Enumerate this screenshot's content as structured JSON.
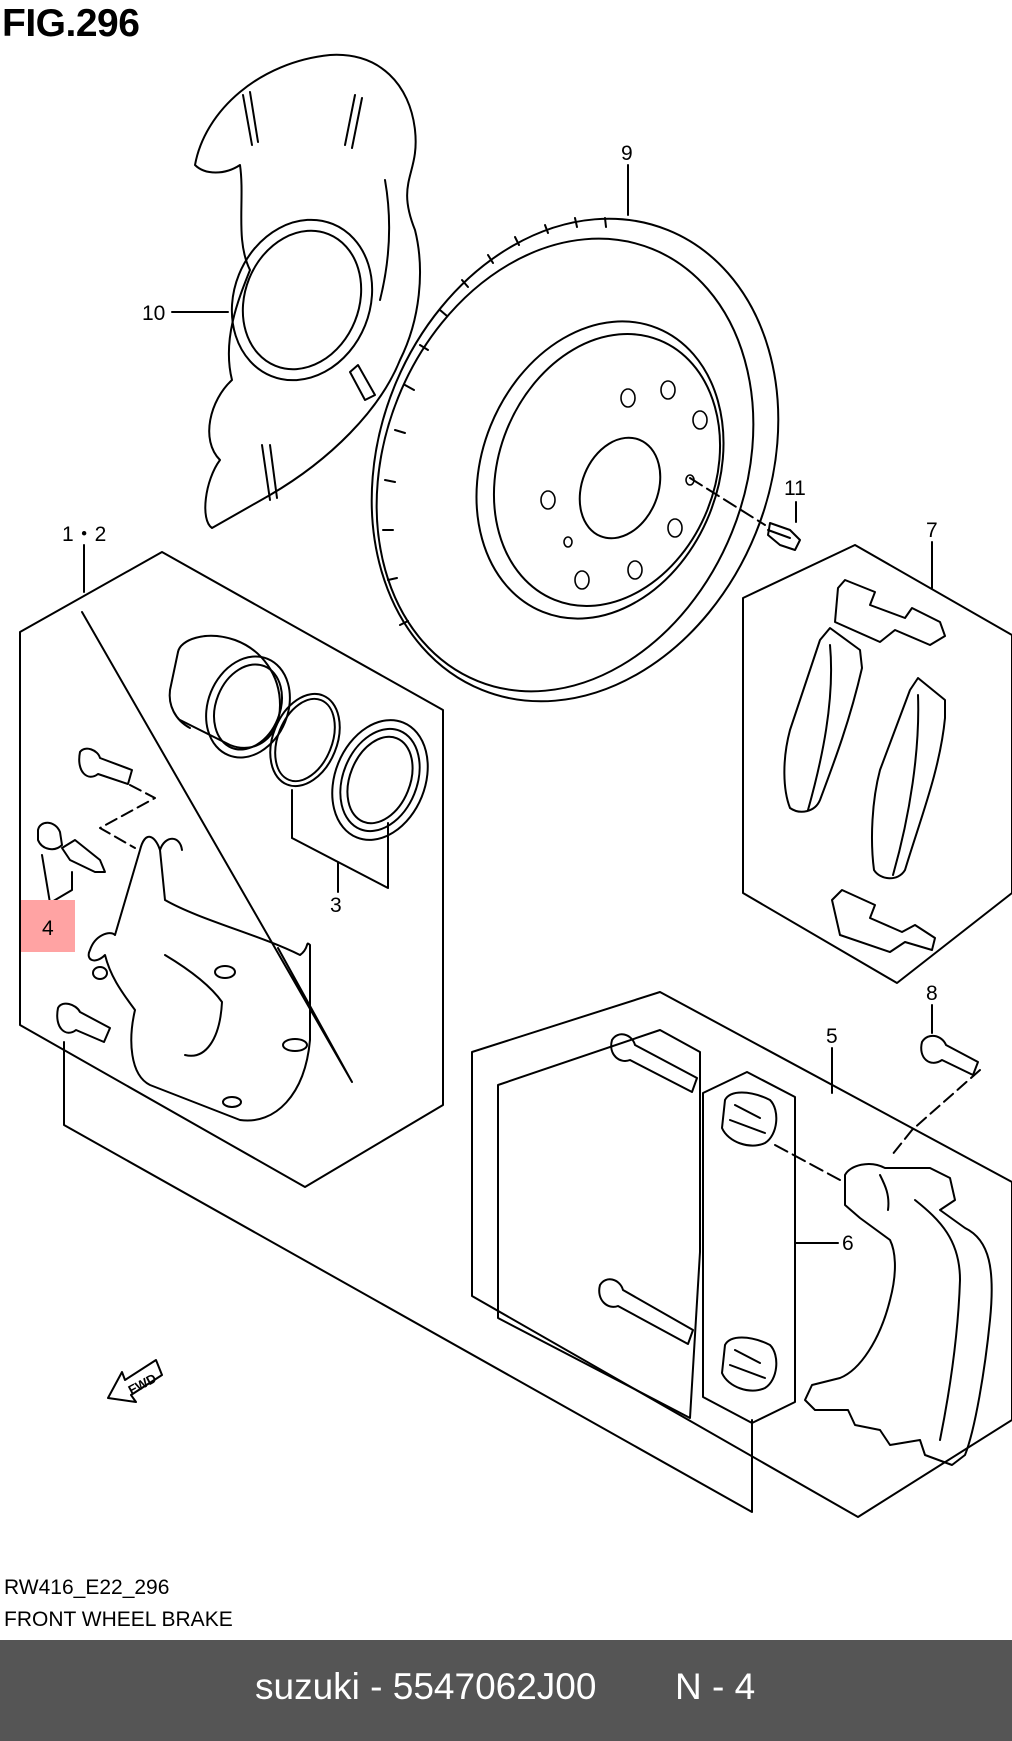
{
  "header": {
    "figure_label": "FIG.296"
  },
  "callouts": {
    "c1_2": "1・2",
    "c3": "3",
    "c4": "4",
    "c5": "5",
    "c6": "6",
    "c7": "7",
    "c8": "8",
    "c9": "9",
    "c10": "10",
    "c11": "11"
  },
  "fwd_arrow_label": "FWD",
  "highlight_color": "#ffa3a3",
  "caption": {
    "code": "RW416_E22_296",
    "title": "FRONT WHEEL BRAKE"
  },
  "footer": {
    "part_text": "suzuki - 5547062J00",
    "page_text": "N - 4",
    "background": "#555555"
  }
}
